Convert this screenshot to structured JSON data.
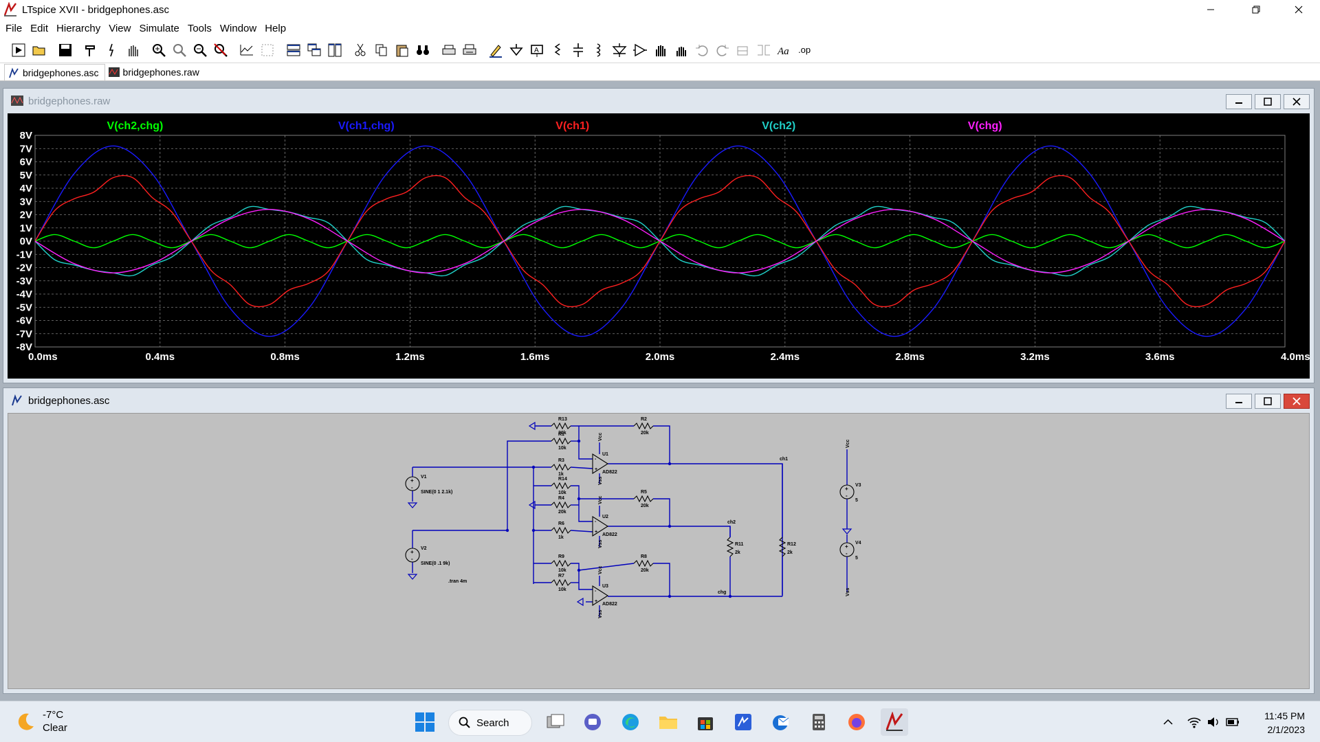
{
  "app": {
    "title": "LTspice XVII - bridgephones.asc"
  },
  "menu": [
    "File",
    "Edit",
    "Hierarchy",
    "View",
    "Simulate",
    "Tools",
    "Window",
    "Help"
  ],
  "tabs": [
    {
      "label": "bridgephones.asc",
      "icon": "schematic-icon"
    },
    {
      "label": "bridgephones.raw",
      "icon": "waveform-icon"
    }
  ],
  "plot_window": {
    "title": "bridgephones.raw"
  },
  "schematic_window": {
    "title": "bridgephones.asc"
  },
  "colors": {
    "plot_bg": "#000000",
    "grid": "#7f7f7f",
    "axis_text": "#ffffff",
    "wire": "#0000bb",
    "schem_bg": "#c0c0c0",
    "v_ch2_chg": "#00ff00",
    "v_ch1_chg": "#1a1aff",
    "v_ch1": "#ff2020",
    "v_ch2": "#20d0c8",
    "v_chg": "#ff20ff"
  },
  "chart_data": {
    "type": "line",
    "x_unit": "ms",
    "xlim": [
      0,
      4
    ],
    "ylim": [
      -8,
      8
    ],
    "grid": true,
    "x_ticks": [
      "0.0ms",
      "0.4ms",
      "0.8ms",
      "1.2ms",
      "1.6ms",
      "2.0ms",
      "2.4ms",
      "2.8ms",
      "3.2ms",
      "3.6ms",
      "4.0ms"
    ],
    "y_ticks": [
      "8V",
      "7V",
      "6V",
      "5V",
      "4V",
      "3V",
      "2V",
      "1V",
      "0V",
      "-1V",
      "-2V",
      "-3V",
      "-4V",
      "-5V",
      "-6V",
      "-7V",
      "-8V"
    ],
    "series": [
      {
        "name": "V(ch2,chg)",
        "color": "#00ff00",
        "x": [
          0,
          0.0625,
          0.125,
          0.1875,
          0.25,
          0.3125,
          0.375,
          0.4375,
          0.5,
          0.5625,
          0.625,
          0.6875,
          0.75,
          0.8125,
          0.875,
          0.9375,
          1.0,
          1.0625,
          1.125,
          1.1875,
          1.25,
          1.3125,
          1.375,
          1.4375,
          1.5,
          1.5625,
          1.625,
          1.6875,
          1.75,
          1.8125,
          1.875,
          1.9375,
          2.0,
          2.0625,
          2.125,
          2.1875,
          2.25,
          2.3125,
          2.375,
          2.4375,
          2.5,
          2.5625,
          2.625,
          2.6875,
          2.75,
          2.8125,
          2.875,
          2.9375,
          3.0,
          3.0625,
          3.125,
          3.1875,
          3.25,
          3.3125,
          3.375,
          3.4375,
          3.5,
          3.5625,
          3.625,
          3.6875,
          3.75,
          3.8125,
          3.875,
          3.9375,
          4.0
        ],
        "y": [
          0,
          0.5,
          0,
          -0.5,
          0,
          0.5,
          0,
          -0.5,
          0,
          0.5,
          0,
          -0.5,
          0,
          0.5,
          0,
          -0.5,
          0,
          0.5,
          0,
          -0.5,
          0,
          0.5,
          0,
          -0.5,
          0,
          0.5,
          0,
          -0.5,
          0,
          0.5,
          0,
          -0.5,
          0,
          0.5,
          0,
          -0.5,
          0,
          0.5,
          0,
          -0.5,
          0,
          0.5,
          0,
          -0.5,
          0,
          0.5,
          0,
          -0.5,
          0,
          0.5,
          0,
          -0.5,
          0,
          0.5,
          0,
          -0.5,
          0,
          0.5,
          0,
          -0.5,
          0,
          0.5,
          0,
          -0.5,
          0
        ]
      },
      {
        "name": "V(ch1,chg)",
        "color": "#1a1aff",
        "x": [
          0,
          0.125,
          0.25,
          0.375,
          0.5,
          0.625,
          0.75,
          0.875,
          1.0,
          1.125,
          1.25,
          1.375,
          1.5,
          1.625,
          1.75,
          1.875,
          2.0,
          2.125,
          2.25,
          2.375,
          2.5,
          2.625,
          2.75,
          2.875,
          3.0,
          3.125,
          3.25,
          3.375,
          3.5,
          3.625,
          3.75,
          3.875,
          4.0
        ],
        "y": [
          0,
          5.1,
          7.2,
          5.1,
          0,
          -5.1,
          -7.2,
          -5.1,
          0,
          5.1,
          7.2,
          5.1,
          0,
          -5.1,
          -7.2,
          -5.1,
          0,
          5.1,
          7.2,
          5.1,
          0,
          -5.1,
          -7.2,
          -5.1,
          0,
          5.1,
          7.2,
          5.1,
          0,
          -5.1,
          -7.2,
          -5.1,
          0
        ]
      },
      {
        "name": "V(ch1)",
        "color": "#ff2020",
        "x": [
          0,
          0.0625,
          0.125,
          0.1875,
          0.25,
          0.3125,
          0.375,
          0.4375,
          0.5,
          0.5625,
          0.625,
          0.6875,
          0.75,
          0.8125,
          0.875,
          0.9375,
          1.0,
          1.0625,
          1.125,
          1.1875,
          1.25,
          1.3125,
          1.375,
          1.4375,
          1.5,
          1.5625,
          1.625,
          1.6875,
          1.75,
          1.8125,
          1.875,
          1.9375,
          2.0,
          2.0625,
          2.125,
          2.1875,
          2.25,
          2.3125,
          2.375,
          2.4375,
          2.5,
          2.5625,
          2.625,
          2.6875,
          2.75,
          2.8125,
          2.875,
          2.9375,
          3.0,
          3.0625,
          3.125,
          3.1875,
          3.25,
          3.3125,
          3.375,
          3.4375,
          3.5,
          3.5625,
          3.625,
          3.6875,
          3.75,
          3.8125,
          3.875,
          3.9375,
          4.0
        ],
        "y": [
          0,
          2.3,
          3.2,
          3.7,
          4.8,
          4.8,
          3.3,
          2.2,
          0,
          -2.2,
          -3.3,
          -4.8,
          -4.8,
          -3.7,
          -3.2,
          -2.3,
          0,
          2.3,
          3.2,
          3.7,
          4.8,
          4.8,
          3.3,
          2.2,
          0,
          -2.2,
          -3.3,
          -4.8,
          -4.8,
          -3.7,
          -3.2,
          -2.3,
          0,
          2.3,
          3.2,
          3.7,
          4.8,
          4.8,
          3.3,
          2.2,
          0,
          -2.2,
          -3.3,
          -4.8,
          -4.8,
          -3.7,
          -3.2,
          -2.3,
          0,
          2.3,
          3.2,
          3.7,
          4.8,
          4.8,
          3.3,
          2.2,
          0,
          -2.2,
          -3.3,
          -4.8,
          -4.8,
          -3.7,
          -3.2,
          -2.3,
          0
        ]
      },
      {
        "name": "V(ch2)",
        "color": "#20d0c8",
        "x": [
          0,
          0.0625,
          0.125,
          0.1875,
          0.25,
          0.3125,
          0.375,
          0.4375,
          0.5,
          0.5625,
          0.625,
          0.6875,
          0.75,
          0.8125,
          0.875,
          0.9375,
          1.0,
          1.0625,
          1.125,
          1.1875,
          1.25,
          1.3125,
          1.375,
          1.4375,
          1.5,
          1.5625,
          1.625,
          1.6875,
          1.75,
          1.8125,
          1.875,
          1.9375,
          2.0,
          2.0625,
          2.125,
          2.1875,
          2.25,
          2.3125,
          2.375,
          2.4375,
          2.5,
          2.5625,
          2.625,
          2.6875,
          2.75,
          2.8125,
          2.875,
          2.9375,
          3.0,
          3.0625,
          3.125,
          3.1875,
          3.25,
          3.3125,
          3.375,
          3.4375,
          3.5,
          3.5625,
          3.625,
          3.6875,
          3.75,
          3.8125,
          3.875,
          3.9375,
          4.0
        ],
        "y": [
          0,
          -1.4,
          -1.8,
          -2.2,
          -2.4,
          -2.6,
          -1.8,
          -1.2,
          0,
          1.2,
          1.8,
          2.6,
          2.4,
          2.2,
          1.8,
          1.4,
          0,
          -1.4,
          -1.8,
          -2.2,
          -2.4,
          -2.6,
          -1.8,
          -1.2,
          0,
          1.2,
          1.8,
          2.6,
          2.4,
          2.2,
          1.8,
          1.4,
          0,
          -1.4,
          -1.8,
          -2.2,
          -2.4,
          -2.6,
          -1.8,
          -1.2,
          0,
          1.2,
          1.8,
          2.6,
          2.4,
          2.2,
          1.8,
          1.4,
          0,
          -1.4,
          -1.8,
          -2.2,
          -2.4,
          -2.6,
          -1.8,
          -1.2,
          0,
          1.2,
          1.8,
          2.6,
          2.4,
          2.2,
          1.8,
          1.4,
          0
        ]
      },
      {
        "name": "V(chg)",
        "color": "#ff20ff",
        "x": [
          0,
          0.125,
          0.25,
          0.375,
          0.5,
          0.625,
          0.75,
          0.875,
          1.0,
          1.125,
          1.25,
          1.375,
          1.5,
          1.625,
          1.75,
          1.875,
          2.0,
          2.125,
          2.25,
          2.375,
          2.5,
          2.625,
          2.75,
          2.875,
          3.0,
          3.125,
          3.25,
          3.375,
          3.5,
          3.625,
          3.75,
          3.875,
          4.0
        ],
        "y": [
          0,
          -1.7,
          -2.4,
          -1.7,
          0,
          1.7,
          2.4,
          1.7,
          0,
          -1.7,
          -2.4,
          -1.7,
          0,
          1.7,
          2.4,
          1.7,
          0,
          -1.7,
          -2.4,
          -1.7,
          0,
          1.7,
          2.4,
          1.7,
          0,
          -1.7,
          -2.4,
          -1.7,
          0,
          1.7,
          2.4,
          1.7,
          0
        ]
      }
    ]
  },
  "schematic": {
    "components": [
      {
        "ref": "R13",
        "value": "20k"
      },
      {
        "ref": "R1",
        "value": "10k"
      },
      {
        "ref": "R2",
        "value": "20k"
      },
      {
        "ref": "R3",
        "value": "1k"
      },
      {
        "ref": "R14",
        "value": "10k"
      },
      {
        "ref": "R4",
        "value": "20k"
      },
      {
        "ref": "R5",
        "value": "20k"
      },
      {
        "ref": "R6",
        "value": "1k"
      },
      {
        "ref": "R9",
        "value": "10k"
      },
      {
        "ref": "R8",
        "value": "20k"
      },
      {
        "ref": "R7",
        "value": "10k"
      },
      {
        "ref": "R11",
        "value": "2k"
      },
      {
        "ref": "R12",
        "value": "2k"
      },
      {
        "ref": "U1",
        "value": "AD822"
      },
      {
        "ref": "U2",
        "value": "AD822"
      },
      {
        "ref": "U3",
        "value": "AD822"
      },
      {
        "ref": "V1",
        "value": "SINE(0 1 2.1k)"
      },
      {
        "ref": "V2",
        "value": "SINE(0 .1 9k)"
      },
      {
        "ref": "V3",
        "value": "5"
      },
      {
        "ref": "V4",
        "value": "5"
      }
    ],
    "nets": {
      "ch1": "ch1",
      "ch2": "ch2",
      "chg": "chg",
      "vcc": "Vcc",
      "vss": "Vss"
    },
    "directive": ".tran 4m"
  },
  "taskbar": {
    "weather_temp": "-7°C",
    "weather_desc": "Clear",
    "search_label": "Search",
    "time": "11:45 PM",
    "date": "2/1/2023"
  }
}
